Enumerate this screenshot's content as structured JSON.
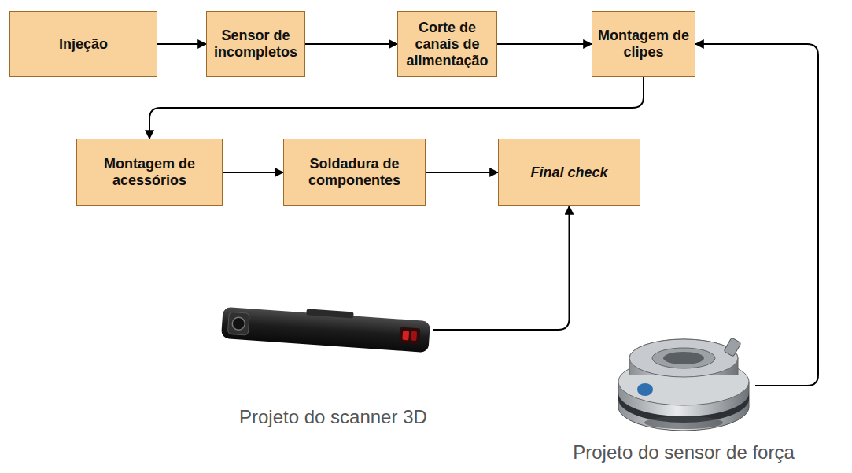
{
  "diagram": {
    "nodes": [
      {
        "text": [
          "Injeção"
        ]
      },
      {
        "text": [
          "Sensor de incompletos"
        ]
      },
      {
        "text": [
          "Corte de canais de alimentação"
        ]
      },
      {
        "text": [
          "Montagem de clipes"
        ]
      },
      {
        "text": [
          "Montagem de acessórios"
        ]
      },
      {
        "text": [
          "Soldadura de componentes"
        ]
      },
      {
        "text": [
          "Final check"
        ]
      },
      {
        "text": [
          "Projeto do scanner 3D"
        ]
      },
      {
        "text": [
          "Projeto do sensor de força"
        ]
      }
    ],
    "edges": [
      {
        "from": 0,
        "to": 1,
        "arrow": "to"
      },
      {
        "from": 1,
        "to": 2,
        "arrow": "to"
      },
      {
        "from": 2,
        "to": 3,
        "arrow": "to"
      },
      {
        "from": 3,
        "to": 4,
        "arrow": "to"
      },
      {
        "from": 4,
        "to": 5,
        "arrow": "to"
      },
      {
        "from": 5,
        "to": 6,
        "arrow": "to"
      },
      {
        "from": 7,
        "to": 6,
        "arrow": "to"
      },
      {
        "from": 8,
        "to": 3,
        "arrow": "to"
      }
    ]
  }
}
